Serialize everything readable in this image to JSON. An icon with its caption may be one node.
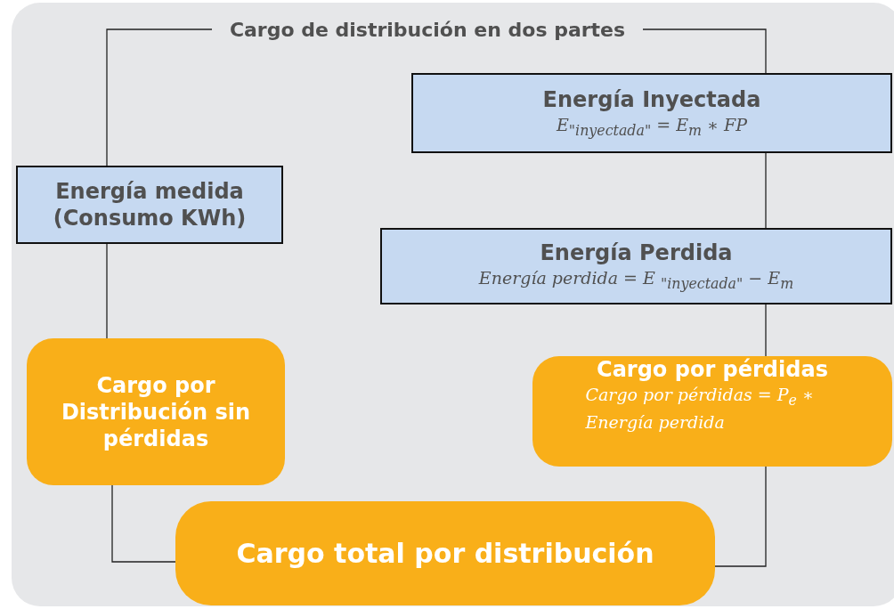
{
  "diagram": {
    "nodes": [
      {
        "text": [
          "Cargo de distribución en dos partes"
        ]
      },
      {
        "text": [
          "Energía medida (Consumo KWh)"
        ]
      },
      {
        "text": [
          "Energía Inyectada",
          "E$_{\"inyectada\"}$ = E$_{m}$ ∗ FP"
        ]
      },
      {
        "text": [
          "Energía Perdida",
          "Energía perdida = E $_{\"inyectada\"}$ − E$_{m}$"
        ]
      },
      {
        "text": [
          "Cargo por Distribución sin pérdidas"
        ]
      },
      {
        "text": [
          "Cargo por pérdidas",
          "Cargo por pérdidas = P$_{e}$ ∗ Energía perdida"
        ]
      },
      {
        "text": [
          "Cargo total por distribución"
        ]
      }
    ],
    "edges": [
      {
        "from": 0,
        "to": 1,
        "arrow": "none"
      },
      {
        "from": 0,
        "to": 2,
        "arrow": "none"
      },
      {
        "from": 1,
        "to": 4,
        "arrow": "none"
      },
      {
        "from": 2,
        "to": 3,
        "arrow": "none"
      },
      {
        "from": 3,
        "to": 5,
        "arrow": "none"
      },
      {
        "from": 4,
        "to": 6,
        "arrow": "none"
      },
      {
        "from": 5,
        "to": 6,
        "arrow": "none"
      }
    ]
  }
}
